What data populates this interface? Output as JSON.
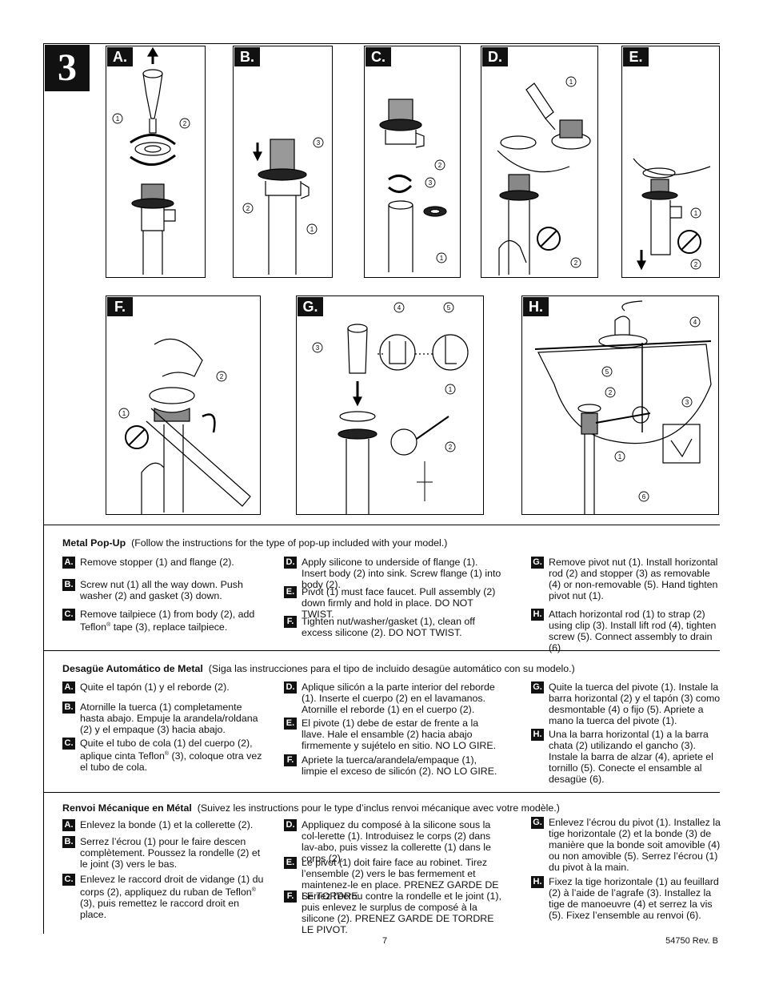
{
  "step_number": "3",
  "panels": {
    "a": {
      "label": "A."
    },
    "b": {
      "label": "B."
    },
    "c": {
      "label": "C."
    },
    "d": {
      "label": "D."
    },
    "e": {
      "label": "E."
    },
    "f": {
      "label": "F."
    },
    "g": {
      "label": "G."
    },
    "h": {
      "label": "H."
    }
  },
  "english": {
    "title": "Metal Pop-Up",
    "subtitle": "(Follow the instructions for the type of pop-up included with your model.)",
    "items": [
      {
        "letter": "A.",
        "text": "Remove stopper (1) and flange (2)."
      },
      {
        "letter": "B.",
        "text": "Screw nut (1) all the way down. Push washer (2) and gasket (3) down."
      },
      {
        "letter": "C.",
        "text_before": "Remove tailpiece (1) from body (2), add Teflon",
        "sup": "®",
        "text_after": " tape (3), replace tailpiece."
      },
      {
        "letter": "D.",
        "text": "Apply silicone to underside of flange (1). Insert body (2) into sink. Screw flange (1) into body (2)."
      },
      {
        "letter": "E.",
        "text": "Pivot (1) must face faucet. Pull assembly (2) down firmly and hold in place. DO NOT TWIST."
      },
      {
        "letter": "F.",
        "text": "Tighten nut/washer/gasket (1), clean off excess silicone (2). DO NOT TWIST."
      },
      {
        "letter": "G.",
        "text": "Remove pivot nut (1). Install horizontal rod (2) and stopper (3) as removable (4) or non-removable (5). Hand tighten pivot nut (1)."
      },
      {
        "letter": "H.",
        "text": "Attach horizontal rod (1) to strap (2) using clip (3). Install lift rod (4), tighten screw (5). Connect assembly to drain (6)."
      }
    ]
  },
  "spanish": {
    "title": "Desagüe Automático de Metal",
    "subtitle": "(Siga las instrucciones para el tipo de incluido desagüe automático con su modelo.)",
    "items": [
      {
        "letter": "A.",
        "text": "Quite el tapón (1) y el reborde (2)."
      },
      {
        "letter": "B.",
        "text": "Atornille la tuerca (1) completamente hasta abajo. Empuje la arandela/roldana (2) y el empaque (3) hacia abajo."
      },
      {
        "letter": "C.",
        "text_before": "Quite el tubo de cola (1) del cuerpo (2), aplique cinta Teflon",
        "sup": "®",
        "text_after": " (3), coloque otra vez el tubo de cola."
      },
      {
        "letter": "D.",
        "text": "Aplique silicón a la parte interior del reborde (1). Inserte el cuerpo (2) en el lavamanos. Atornille el reborde (1) en el cuerpo (2)."
      },
      {
        "letter": "E.",
        "text": "El pivote (1) debe de estar de frente a la llave. Hale el ensamble (2) hacia abajo firmemente y sujételo en sitio. NO LO GIRE."
      },
      {
        "letter": "F.",
        "text": "Apriete la tuerca/arandela/empaque (1), limpie el exceso de silicón (2). NO LO GIRE."
      },
      {
        "letter": "G.",
        "text": "Quite la tuerca del pivote (1). Instale la barra horizontal (2) y el tapón (3) como desmontable (4) o fijo (5). Apriete a mano la tuerca del pivote (1)."
      },
      {
        "letter": "H.",
        "text": "Una la barra horizontal (1) a la barra chata (2) utilizando el gancho (3). Instale la barra de alzar (4), apriete el tornillo (5). Conecte el ensamble al desagüe (6)."
      }
    ]
  },
  "french": {
    "title": "Renvoi Mécanique en Métal",
    "subtitle": "(Suivez les instructions pour le type d’inclus renvoi mécanique avec votre modèle.)",
    "items": [
      {
        "letter": "A.",
        "text": "Enlevez la bonde (1) et la collerette (2)."
      },
      {
        "letter": "B.",
        "text": "Serrez l’écrou (1) pour le faire descen complètement. Poussez la rondelle (2) et le joint (3) vers le bas."
      },
      {
        "letter": "C.",
        "text_before": "Enlevez le raccord droit de vidange (1) du corps (2), appliquez du ruban de Teflon",
        "sup": "®",
        "text_after": " (3), puis remettez le raccord droit en place."
      },
      {
        "letter": "D.",
        "text": "Appliquez du composé à la silicone sous la col-lerette (1). Introduisez le corps (2) dans lav-abo, puis vissez la collerette (1) dans le corps (2)."
      },
      {
        "letter": "E.",
        "text": "Le pivot (1) doit faire face au robinet. Tirez l’ensemble (2) vers le bas fermement et maintenez-le en place. PRENEZ GARDE DE LE  TORDRE."
      },
      {
        "letter": "F.",
        "text": "Serrez l’écrou contre la rondelle et le joint (1), puis enlevez le surplus de composé à la silicone (2). PRENEZ GARDE DE TORDRE LE PIVOT."
      },
      {
        "letter": "G.",
        "text": "Enlevez l’écrou du pivot (1). Installez la tige horizontale (2) et la bonde (3) de manière que la bonde soit amovible (4) ou non amovible (5). Serrez l’écrou (1) du pivot à la main."
      },
      {
        "letter": "H.",
        "text": "Fixez la tige horizontale (1) au feuillard (2) à l’aide de l’agrafe (3). Installez la tige de manoeuvre (4) et serrez la vis (5). Fixez l’ensemble au renvoi (6)."
      }
    ]
  },
  "footer": {
    "page": "7",
    "doc": "54750  Rev. B"
  }
}
